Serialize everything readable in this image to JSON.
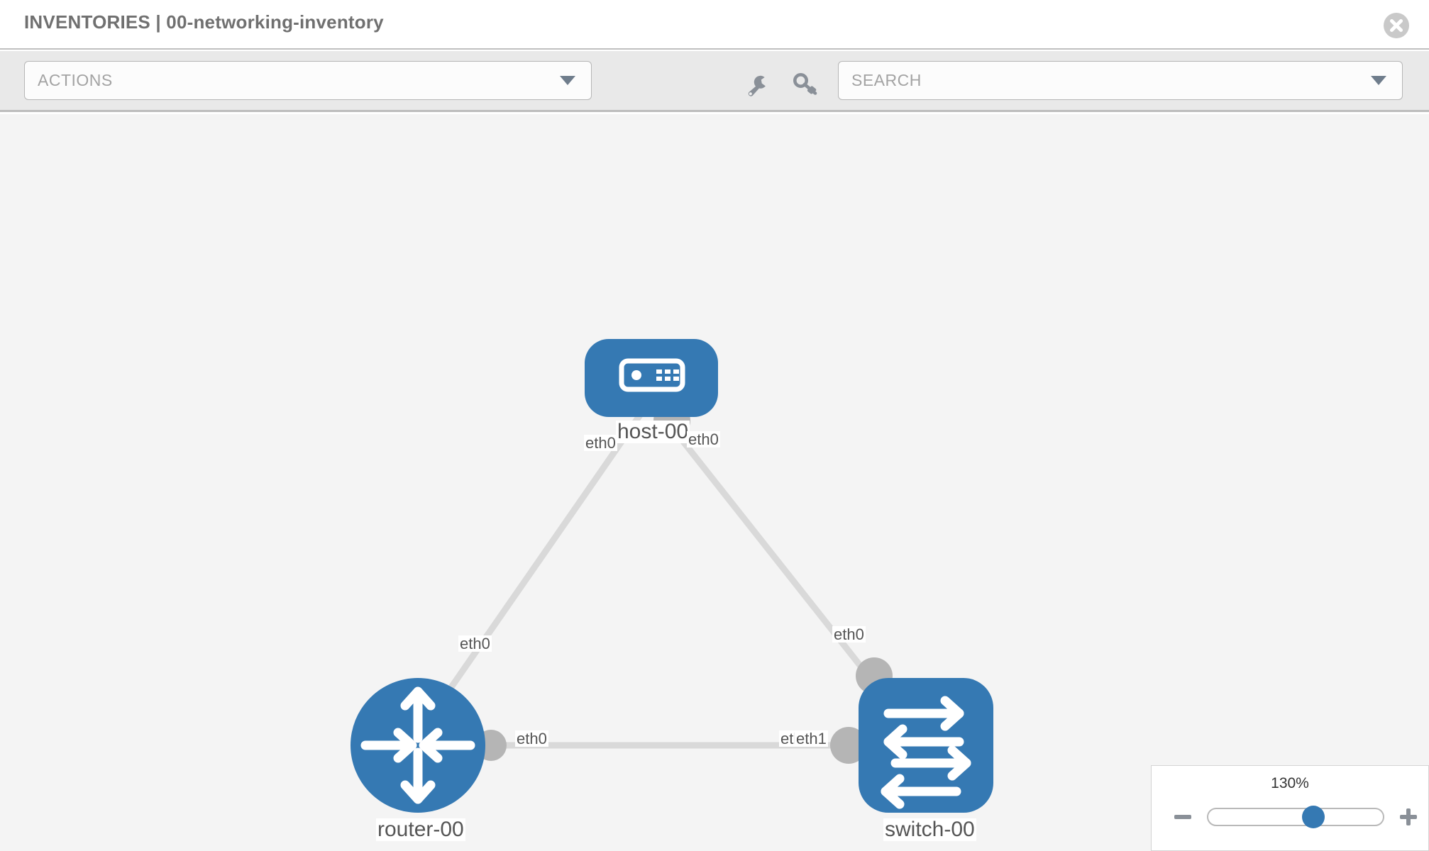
{
  "header": {
    "title": "INVENTORIES | 00-networking-inventory",
    "close_icon": "close-circle-icon"
  },
  "toolbar": {
    "actions_label": "ACTIONS",
    "actions_caret_icon": "chevron-down-icon",
    "search_placeholder": "SEARCH",
    "search_value": "",
    "search_caret_icon": "chevron-down-icon",
    "wrench_icon": "wrench-icon",
    "key_icon": "key-icon"
  },
  "topology": {
    "nodes": [
      {
        "id": "host-00",
        "label": "host-00",
        "type": "host",
        "icon": "server-icon",
        "shape": "rounded-rect",
        "color": "#3579b3"
      },
      {
        "id": "router-00",
        "label": "router-00",
        "type": "router",
        "icon": "router-arrows-icon",
        "shape": "circle",
        "color": "#3579b3"
      },
      {
        "id": "switch-00",
        "label": "switch-00",
        "type": "switch",
        "icon": "switch-arrows-icon",
        "shape": "rounded-rect",
        "color": "#3579b3"
      }
    ],
    "interfaces": [
      {
        "label": "eth0",
        "node": "host-00",
        "side": "left"
      },
      {
        "label": "eth0",
        "node": "host-00",
        "side": "right"
      },
      {
        "label": "eth0",
        "node": "router-00",
        "side": "top"
      },
      {
        "label": "eth0",
        "node": "router-00",
        "side": "right"
      },
      {
        "label": "eth0",
        "node": "switch-00",
        "side": "top"
      },
      {
        "label": "eth0",
        "node": "switch-00",
        "side": "left"
      },
      {
        "label": "eth1",
        "node": "switch-00",
        "side": "left"
      }
    ],
    "links": [
      {
        "from": "host-00",
        "to": "router-00"
      },
      {
        "from": "host-00",
        "to": "switch-00"
      },
      {
        "from": "router-00",
        "to": "switch-00"
      }
    ],
    "colors": {
      "node_blue": "#3579b3",
      "port_gray": "#b5b5b5",
      "link_gray": "#d9d9d9",
      "canvas_bg": "#f4f4f4",
      "label_text": "#555555"
    }
  },
  "zoom_panel": {
    "value": "130%",
    "minus_icon": "minus-icon",
    "plus_icon": "plus-icon",
    "slider_percent": 60
  }
}
